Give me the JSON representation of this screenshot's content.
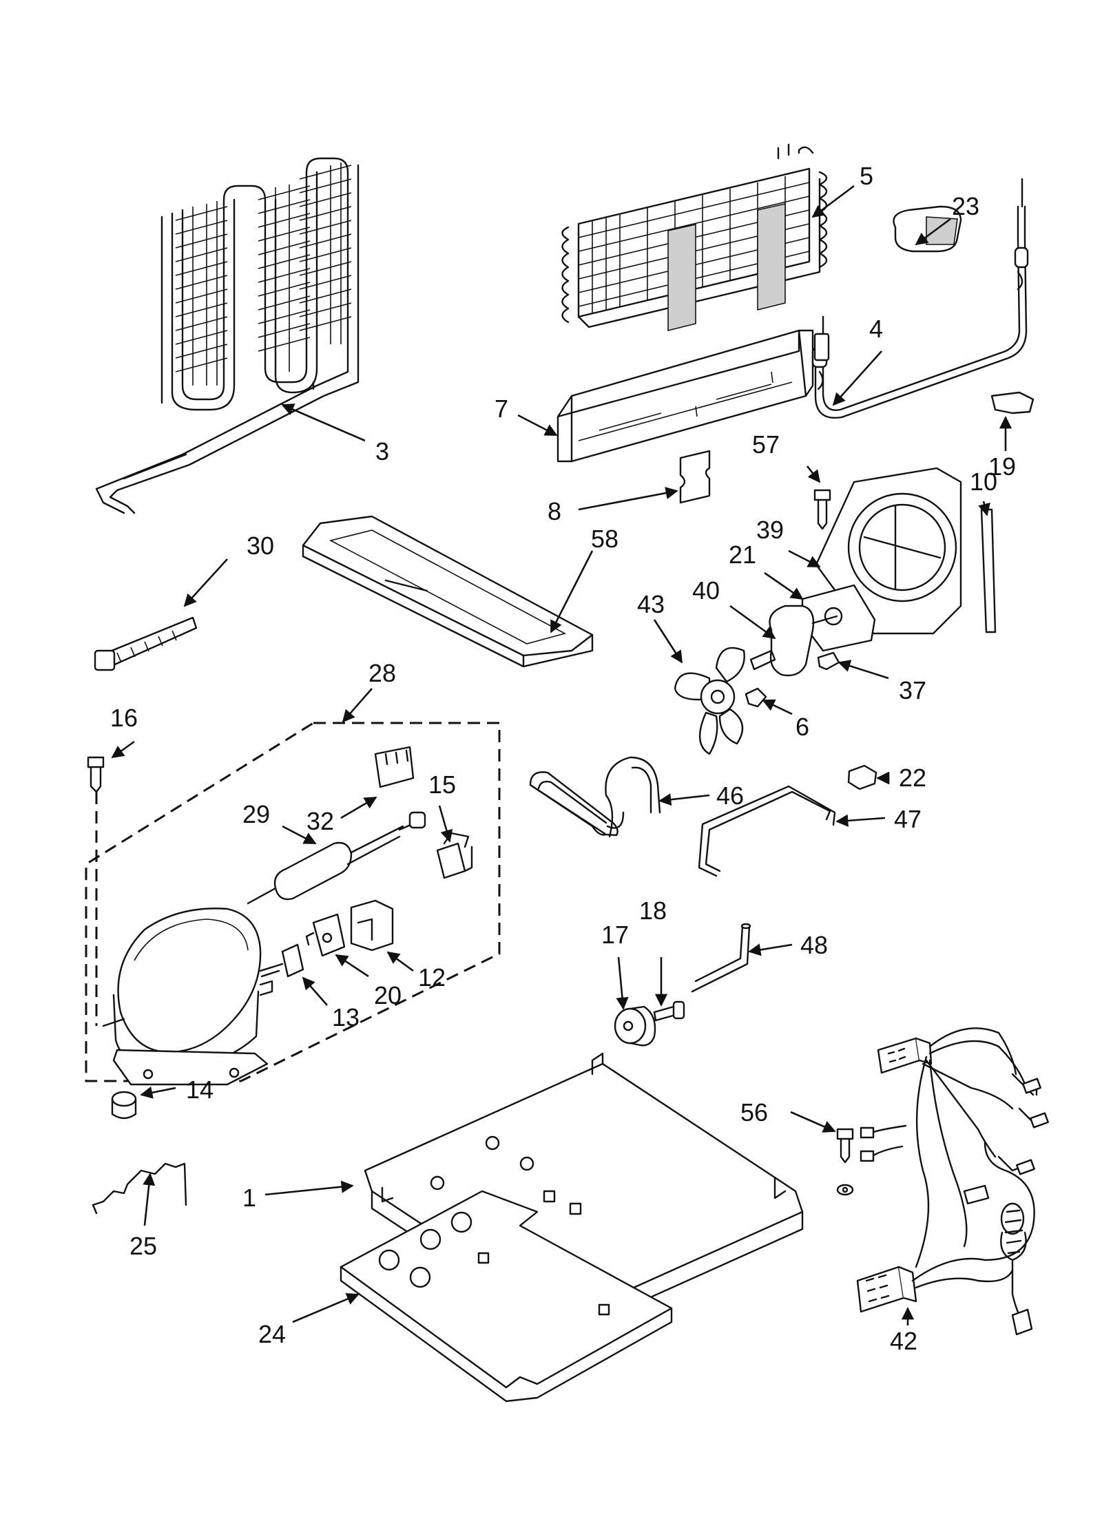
{
  "callouts": [
    {
      "label": "1"
    },
    {
      "label": "3"
    },
    {
      "label": "4"
    },
    {
      "label": "5"
    },
    {
      "label": "6"
    },
    {
      "label": "7"
    },
    {
      "label": "8"
    },
    {
      "label": "10"
    },
    {
      "label": "12"
    },
    {
      "label": "13"
    },
    {
      "label": "14"
    },
    {
      "label": "15"
    },
    {
      "label": "16"
    },
    {
      "label": "17"
    },
    {
      "label": "18"
    },
    {
      "label": "19"
    },
    {
      "label": "20"
    },
    {
      "label": "21"
    },
    {
      "label": "22"
    },
    {
      "label": "23"
    },
    {
      "label": "24"
    },
    {
      "label": "25"
    },
    {
      "label": "28"
    },
    {
      "label": "29"
    },
    {
      "label": "30"
    },
    {
      "label": "32"
    },
    {
      "label": "37"
    },
    {
      "label": "39"
    },
    {
      "label": "40"
    },
    {
      "label": "42"
    },
    {
      "label": "43"
    },
    {
      "label": "46"
    },
    {
      "label": "47"
    },
    {
      "label": "48"
    },
    {
      "label": "56"
    },
    {
      "label": "57"
    },
    {
      "label": "58"
    }
  ]
}
